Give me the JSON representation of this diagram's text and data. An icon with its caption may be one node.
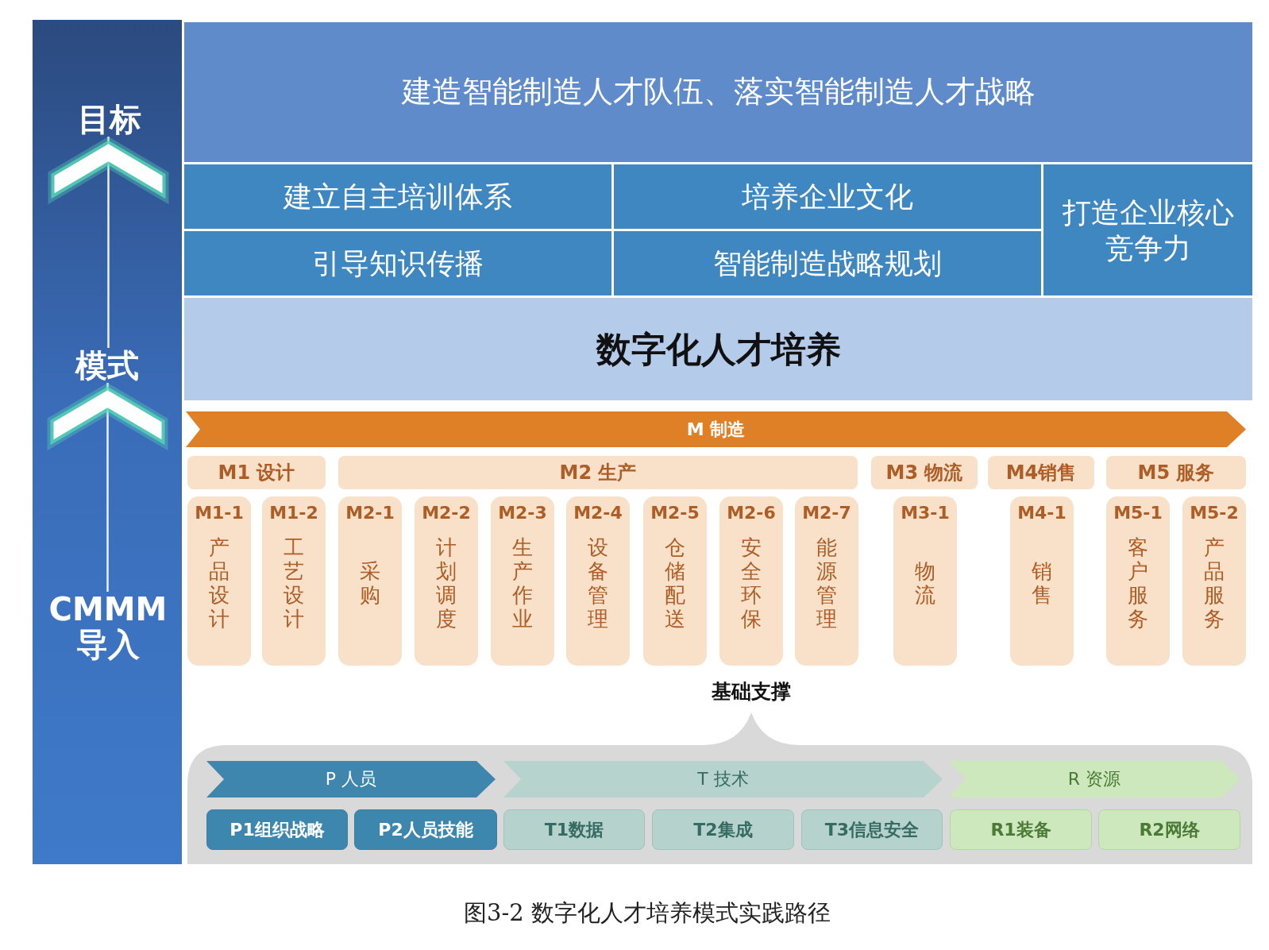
{
  "diagram": {
    "caption": "图3-2 数字化人才培养模式实践路径",
    "nodes": [
      {
        "text": [],
        "shape": "bar"
      },
      {
        "text": [
          "目标"
        ],
        "in": 0
      },
      {
        "text": [
          "模式"
        ],
        "in": 0
      },
      {
        "text": [
          "CMMM导入"
        ],
        "in": 0
      },
      {
        "text": [
          "建造智能制造人才队伍、落实智能制造人才战略"
        ]
      },
      {
        "text": [
          "建立自主培训体系"
        ]
      },
      {
        "text": [
          "培养企业文化"
        ]
      },
      {
        "text": [
          "打造企业核心竞争力"
        ]
      },
      {
        "text": [
          "引导知识传播"
        ]
      },
      {
        "text": [
          "智能制造战略规划"
        ]
      },
      {
        "text": [
          "数字化人才培养"
        ]
      },
      {
        "text": [
          "M 制造"
        ]
      },
      {
        "text": [
          "M1 设计"
        ]
      },
      {
        "text": [
          "M2 生产"
        ]
      },
      {
        "text": [
          "M3 物流"
        ]
      },
      {
        "text": [
          "M4销售"
        ]
      },
      {
        "text": [
          "M5 服务"
        ]
      },
      {
        "text": [
          "M1-1",
          "产品设计"
        ]
      },
      {
        "text": [
          "M1-2",
          "工艺设计"
        ]
      },
      {
        "text": [
          "M2-1",
          "采购"
        ]
      },
      {
        "text": [
          "M2-2",
          "计划调度"
        ]
      },
      {
        "text": [
          "M2-3",
          "生产作业"
        ]
      },
      {
        "text": [
          "M2-4",
          "设备管理"
        ]
      },
      {
        "text": [
          "M2-5",
          "仓储配送"
        ]
      },
      {
        "text": [
          "M2-6",
          "安全环保"
        ]
      },
      {
        "text": [
          "M2-7",
          "能源管理"
        ]
      },
      {
        "text": [
          "M3-1",
          "物流"
        ]
      },
      {
        "text": [
          "M4-1",
          "销售"
        ]
      },
      {
        "text": [
          "M5-1",
          "客户服务"
        ]
      },
      {
        "text": [
          "M5-2",
          "产品服务"
        ]
      },
      {
        "text": [
          "基础支撑"
        ]
      },
      {
        "text": [
          "P 人员"
        ],
        "in": 30
      },
      {
        "text": [
          "T 技术"
        ],
        "in": 30
      },
      {
        "text": [
          "R 资源"
        ],
        "in": 30
      },
      {
        "text": [
          "P1组织战略"
        ],
        "in": 30
      },
      {
        "text": [
          "P2人员技能"
        ],
        "in": 30
      },
      {
        "text": [
          "T1数据"
        ],
        "in": 30
      },
      {
        "text": [
          "T2集成"
        ],
        "in": 30
      },
      {
        "text": [
          "T3信息安全"
        ],
        "in": 30
      },
      {
        "text": [
          "R1装备"
        ],
        "in": 30
      },
      {
        "text": [
          "R2网络"
        ],
        "in": 30
      }
    ],
    "edges": [
      {
        "from": 2,
        "to": 1,
        "arrow": "to"
      },
      {
        "from": 3,
        "to": 2,
        "arrow": "to"
      }
    ]
  }
}
